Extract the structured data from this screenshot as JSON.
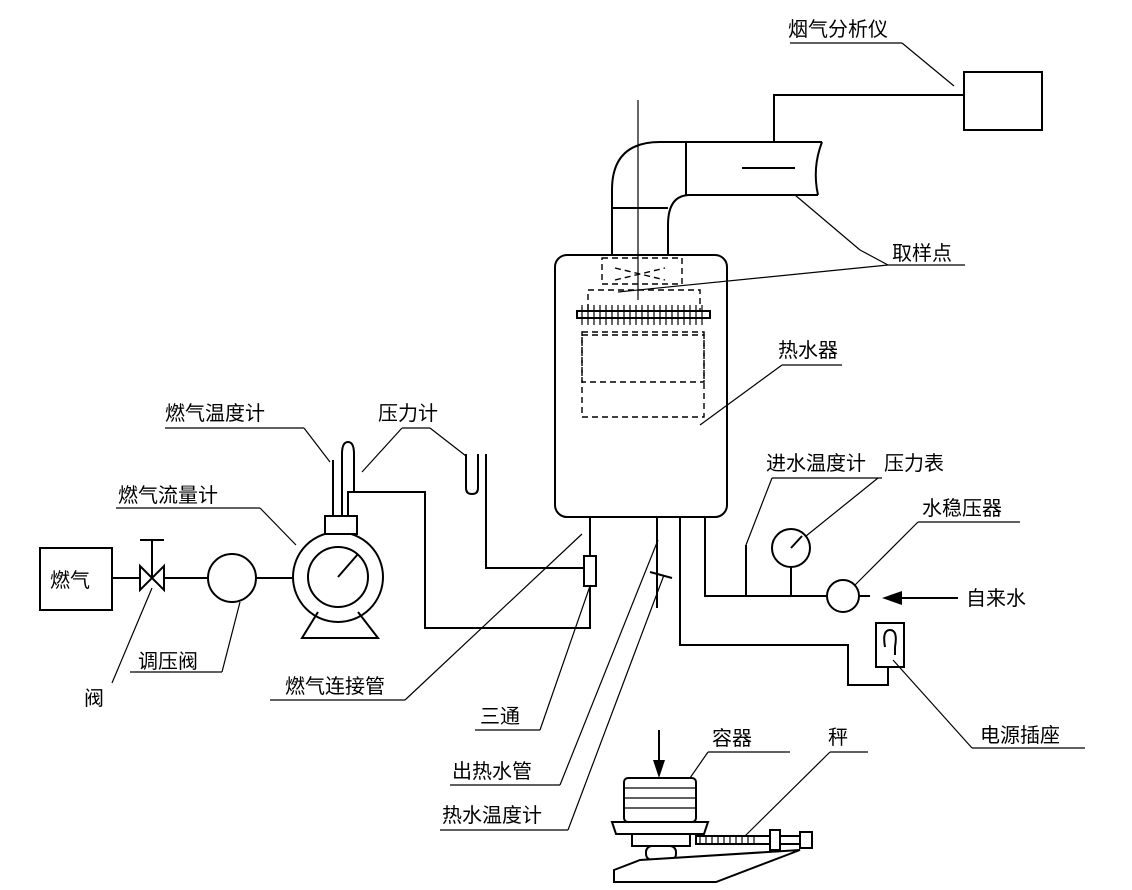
{
  "labels": {
    "flue_gas_analyzer": "烟气分析仪",
    "sampling_point": "取样点",
    "water_heater": "热水器",
    "gas_thermometer": "燃气温度计",
    "pressure_gauge_u": "压力计",
    "gas_flowmeter": "燃气流量计",
    "gas": "燃气",
    "valve": "阀",
    "pressure_regulator": "调压阀",
    "gas_connection_pipe": "燃气连接管",
    "tee": "三通",
    "hot_water_outlet_pipe": "出热水管",
    "hot_water_thermometer": "热水温度计",
    "inlet_water_thermometer": "进水温度计",
    "pressure_meter": "压力表",
    "water_stabilizer": "水稳压器",
    "tap_water": "自来水",
    "power_socket": "电源插座",
    "container": "容器",
    "scale": "秤"
  }
}
